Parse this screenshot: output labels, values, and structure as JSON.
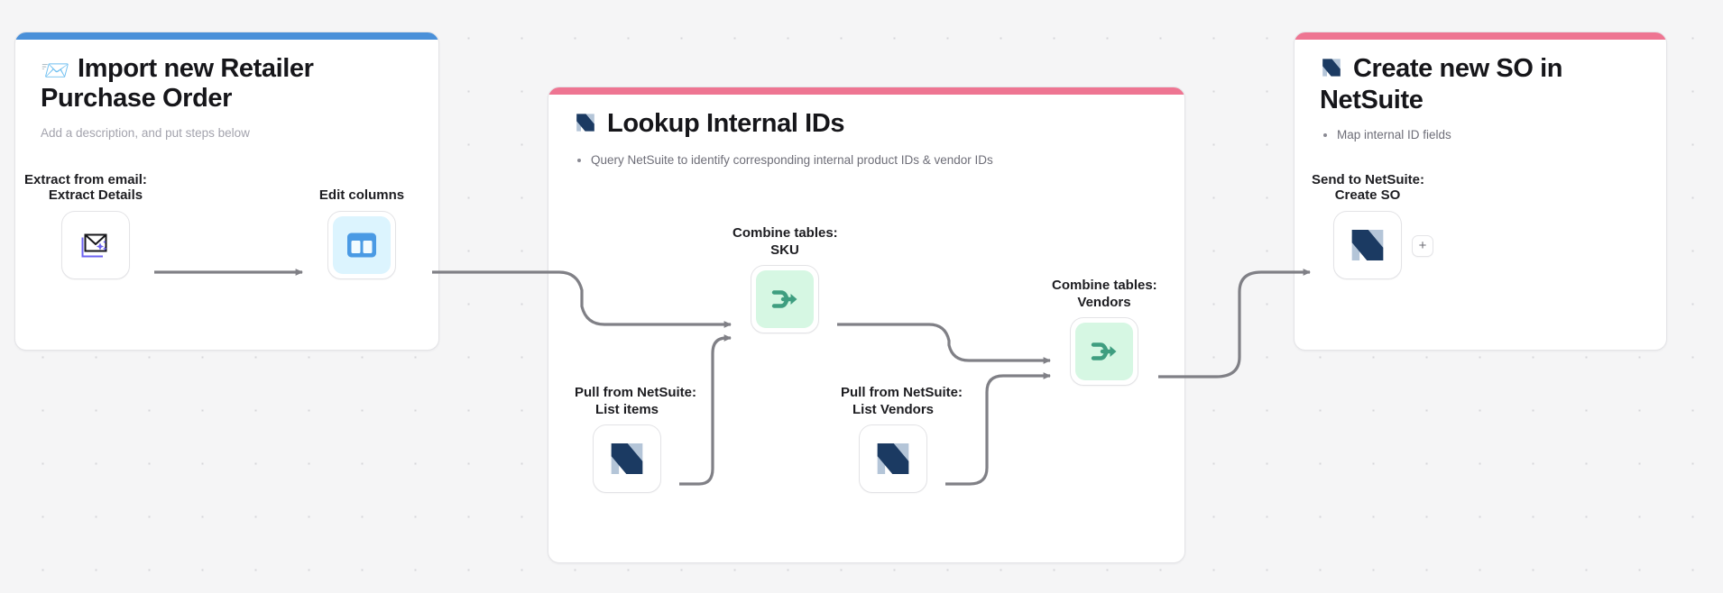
{
  "canvas": {
    "background_color": "#f5f5f6",
    "dot_color": "#d6d6da"
  },
  "cards": [
    {
      "id": "import-po",
      "accent_color": "#4a90d9",
      "emoji": "📨",
      "title": "Import new Retailer Purchase Order",
      "description": "Add a description, and put steps below",
      "bullets": [],
      "group_label": "Extract from email:",
      "nodes": [
        {
          "label": "Extract Details",
          "icon": "email-sparkle-icon",
          "tint": "plain"
        },
        {
          "label": "Edit columns",
          "icon": "columns-table-icon",
          "tint": "cyan"
        }
      ]
    },
    {
      "id": "lookup-internal-ids",
      "accent_color": "#ee7592",
      "logo": "netsuite-logo",
      "title": "Lookup Internal IDs",
      "description": "",
      "bullets": [
        "Query NetSuite to identify corresponding internal product IDs & vendor IDs"
      ],
      "nodes": [
        {
          "label": "Combine tables:\nSKU",
          "icon": "merge-arrow-icon",
          "tint": "green"
        },
        {
          "label": "Combine tables:\nVendors",
          "icon": "merge-arrow-icon",
          "tint": "green"
        },
        {
          "label": "Pull from NetSuite:\nList items",
          "icon": "netsuite-logo",
          "tint": "plain"
        },
        {
          "label": "Pull from NetSuite:\nList Vendors",
          "icon": "netsuite-logo",
          "tint": "plain"
        }
      ]
    },
    {
      "id": "create-so",
      "accent_color": "#ee7592",
      "logo": "netsuite-logo",
      "title": "Create new SO in NetSuite",
      "description": "",
      "bullets": [
        "Map internal ID fields"
      ],
      "group_label": "Send to NetSuite:",
      "nodes": [
        {
          "label": "Create SO",
          "icon": "netsuite-logo",
          "tint": "plain"
        }
      ],
      "add_button_label": "+"
    }
  ],
  "labels": {
    "card1_title": "Import new Retailer Purchase Order",
    "card1_desc": "Add a description, and put steps below",
    "card1_group": "Extract from email:",
    "node_extract_details": "Extract Details",
    "node_edit_columns": "Edit columns",
    "card2_title": "Lookup Internal IDs",
    "card2_bullet": "Query NetSuite to identify corresponding internal product IDs & vendor IDs",
    "node_combine_sku_l1": "Combine tables:",
    "node_combine_sku_l2": "SKU",
    "node_combine_vendors_l1": "Combine tables:",
    "node_combine_vendors_l2": "Vendors",
    "node_list_items_l1": "Pull from NetSuite:",
    "node_list_items_l2": "List items",
    "node_list_vendors_l1": "Pull from NetSuite:",
    "node_list_vendors_l2": "List Vendors",
    "card3_title_l1": "Create new SO in",
    "card3_title_l2": "NetSuite",
    "card3_bullet": "Map internal ID fields",
    "card3_group": "Send to NetSuite:",
    "node_create_so": "Create SO",
    "add_step_plus": "+"
  },
  "colors": {
    "accent_blue": "#4a90d9",
    "accent_pink": "#ee7592",
    "merge_green_bg": "#d6f7e3",
    "merge_green_fg": "#3f9e80",
    "edit_cyan_bg": "#dcf4fe",
    "edit_blue_fg": "#4a9ae4",
    "netsuite_dark": "#1b3a62",
    "netsuite_light": "#b4c5d8",
    "wire_gray": "#808086"
  }
}
